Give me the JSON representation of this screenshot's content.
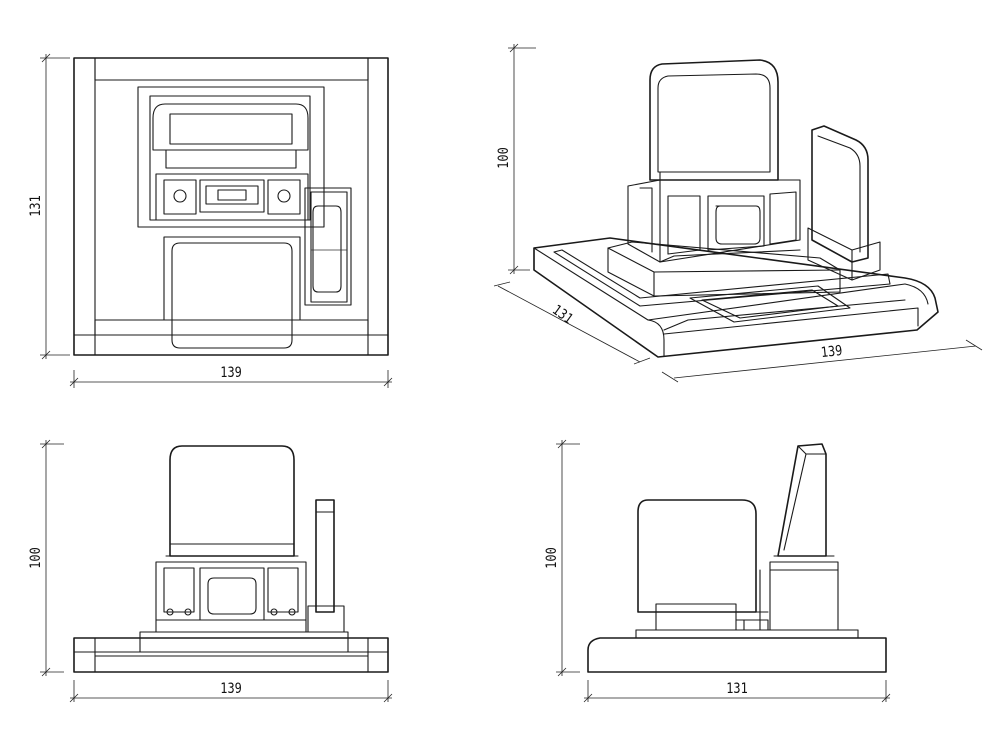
{
  "views": {
    "top": {
      "width_label": "139",
      "depth_label": "131"
    },
    "iso": {
      "height_label": "100",
      "depth_label": "131",
      "width_label": "139"
    },
    "front": {
      "height_label": "100",
      "width_label": "139"
    },
    "side": {
      "height_label": "100",
      "width_label": "131"
    }
  }
}
